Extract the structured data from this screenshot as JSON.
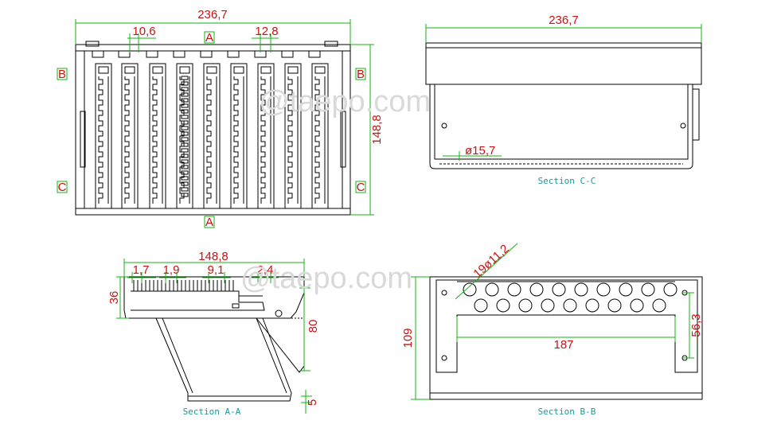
{
  "watermark": [
    "@taepo.com",
    "@taepo.com"
  ],
  "views": {
    "top": {
      "dims": {
        "width": "236,7",
        "slot_left": "10,6",
        "slot_right": "12,8",
        "height": "148,8"
      },
      "section_marks": {
        "a_top": "A",
        "a_bottom": "A",
        "b_left": "B",
        "b_right": "B",
        "c_left": "C",
        "c_right": "C"
      }
    },
    "section_cc": {
      "dims": {
        "width": "236,7",
        "hole": "ø15,7"
      },
      "caption": "Section C-C"
    },
    "section_aa": {
      "dims": {
        "depth": "148,8",
        "d1": "1,7",
        "d2": "1,9",
        "d3": "9,1",
        "d4": "2,4",
        "h1": "36",
        "h2": "80",
        "h3": "5"
      },
      "caption": "Section A-A"
    },
    "section_bb": {
      "dims": {
        "holes": "19ø11,2",
        "length": "187",
        "height": "109",
        "hole_spacing": "56,3"
      },
      "caption": "Section B-B"
    }
  },
  "colors": {
    "dimension_text": "#cc1111",
    "dimension_line": "#13b313",
    "caption": "#1a9a9a",
    "outline": "#000000"
  }
}
